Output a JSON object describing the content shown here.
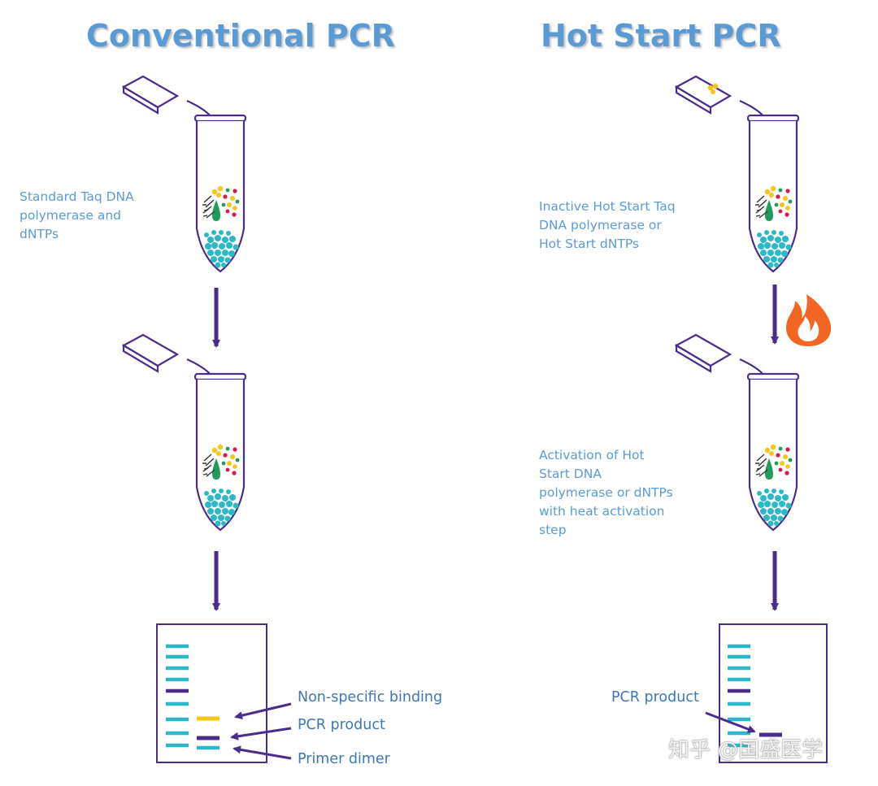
{
  "titles": {
    "left": "Conventional PCR",
    "right": "Hot Start PCR"
  },
  "notes": {
    "left_tube": [
      "Standard Taq DNA",
      "polymerase and",
      "dNTPs"
    ],
    "right_tube_top": [
      "Inactive Hot Start Taq",
      "DNA polymerase or",
      "Hot Start dNTPs"
    ],
    "right_tube_bottom": [
      "Activation of Hot",
      "Start DNA",
      "polymerase or dNTPs",
      "with heat activation",
      "step"
    ]
  },
  "gel_labels": {
    "nonspecific": "Non-specific binding",
    "pcr_product_left": "PCR product",
    "primer_dimer": "Primer dimer",
    "pcr_product_right": "PCR product"
  },
  "watermark": "知乎 @国盛医学",
  "colors": {
    "title": "#5b9bd5",
    "purple": "#4b2c8c",
    "teal": "#2bb8c9",
    "yellow": "#f5c518",
    "green": "#1f9c5a",
    "red": "#d81b4a",
    "flame": "#f26522"
  }
}
